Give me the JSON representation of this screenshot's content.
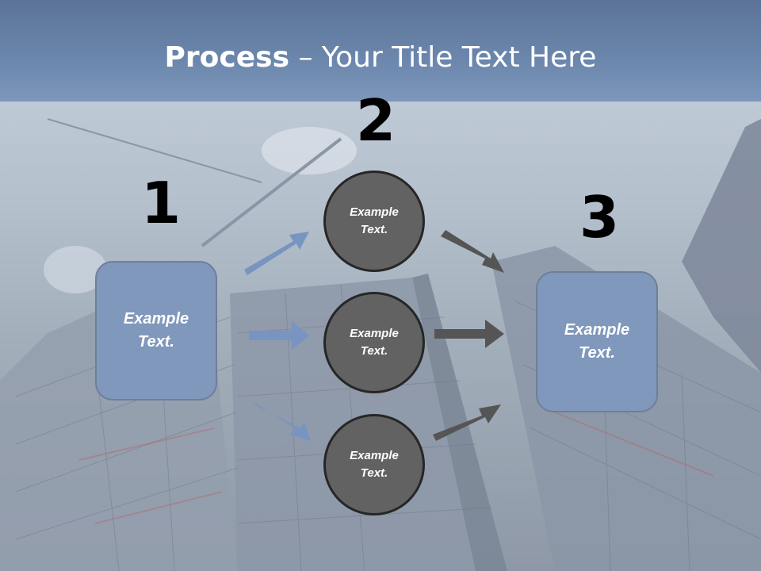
{
  "title": {
    "bold": "Process",
    "rest": " – Your Title Text Here"
  },
  "steps": {
    "one": "1",
    "two": "2",
    "three": "3"
  },
  "left_box": {
    "line1": "Example",
    "line2": "Text."
  },
  "right_box": {
    "line1": "Example",
    "line2": "Text."
  },
  "circles": [
    {
      "line1": "Example",
      "line2": "Text."
    },
    {
      "line1": "Example",
      "line2": "Text."
    },
    {
      "line1": "Example",
      "line2": "Text."
    }
  ],
  "colors": {
    "box": "#7f98bb",
    "circle": "#626262",
    "arrow_blue": "#7894c0",
    "arrow_gray": "#555555",
    "title_bar": "#6c87ad"
  }
}
